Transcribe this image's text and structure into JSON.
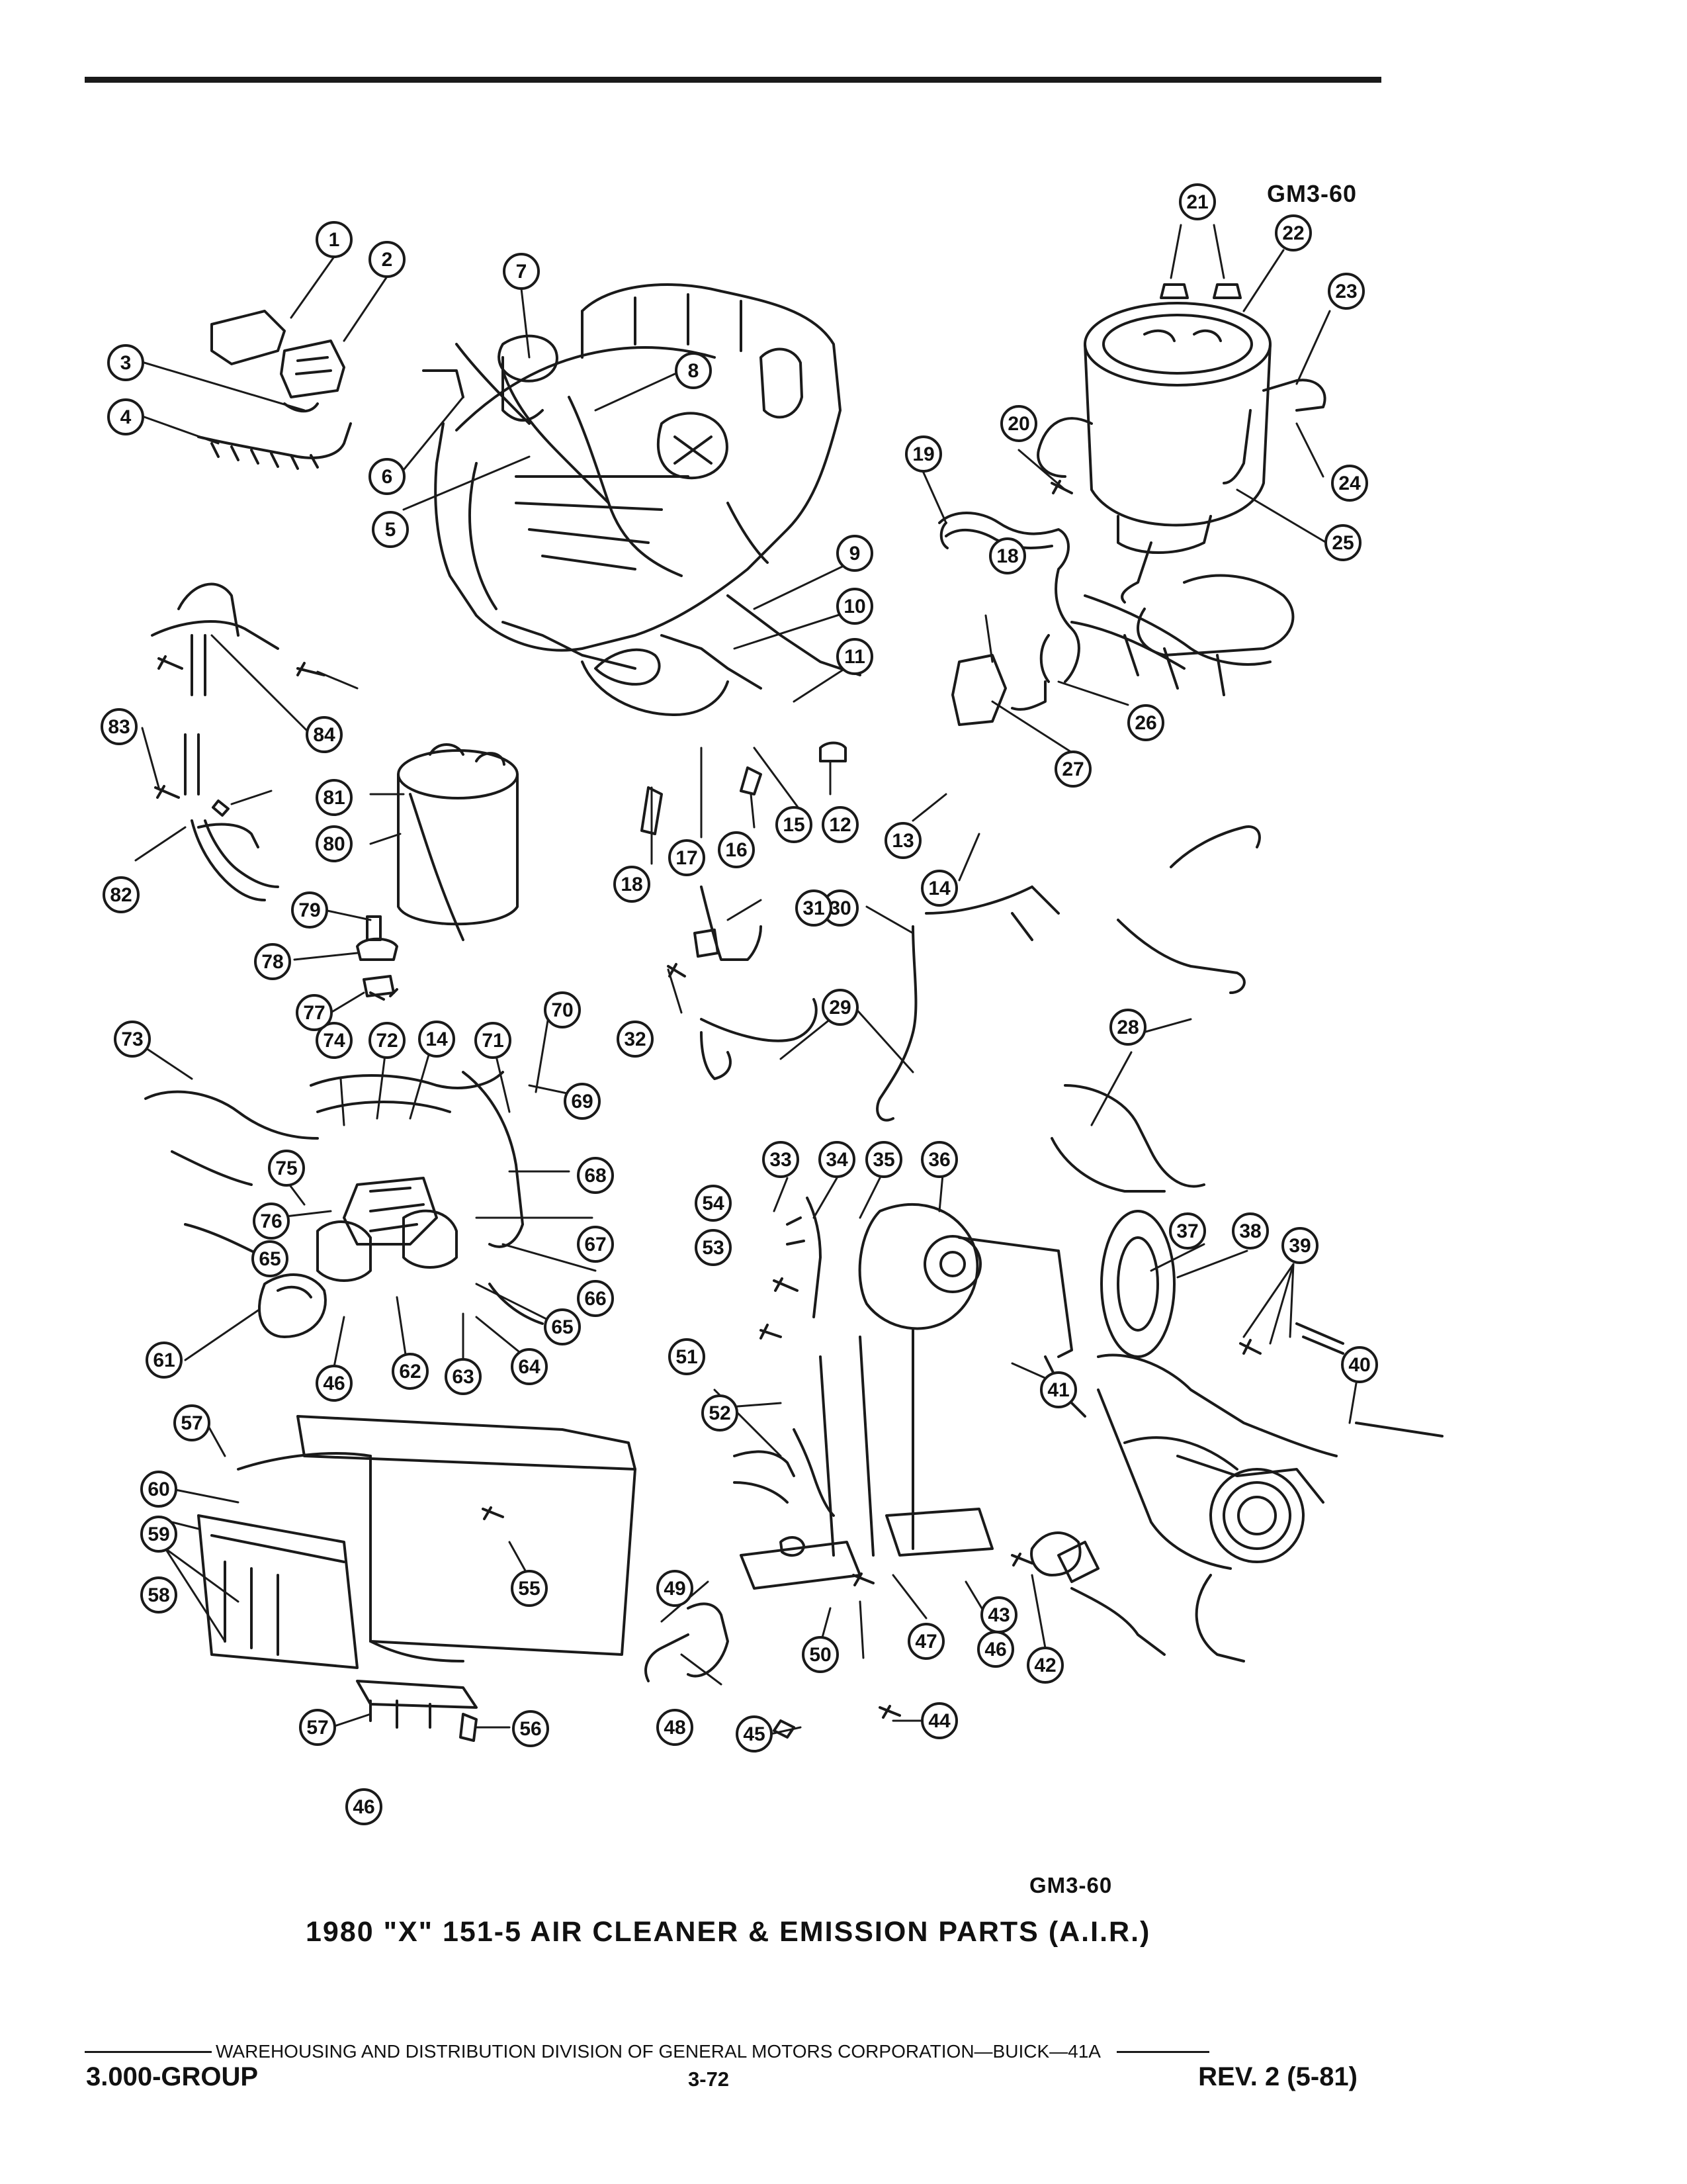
{
  "figure_code_top": "GM3-60",
  "figure_code_bottom": "GM3-60",
  "title": "1980 \"X\" 151-5 AIR CLEANER & EMISSION PARTS (A.I.R.)",
  "footer": {
    "publisher": "WAREHOUSING AND DISTRIBUTION  DIVISION OF GENERAL MOTORS CORPORATION—BUICK—41A",
    "group": "3.000-GROUP",
    "page": "3-72",
    "revision": "REV. 2 (5-81)"
  },
  "callouts": [
    "1",
    "2",
    "3",
    "4",
    "5",
    "6",
    "7",
    "8",
    "9",
    "10",
    "11",
    "12",
    "13",
    "14",
    "14",
    "15",
    "16",
    "17",
    "18",
    "18",
    "19",
    "20",
    "21",
    "22",
    "23",
    "24",
    "25",
    "26",
    "27",
    "28",
    "29",
    "30",
    "31",
    "32",
    "33",
    "34",
    "35",
    "36",
    "37",
    "38",
    "39",
    "40",
    "41",
    "42",
    "43",
    "44",
    "45",
    "46",
    "46",
    "46",
    "47",
    "48",
    "49",
    "50",
    "51",
    "52",
    "53",
    "54",
    "55",
    "56",
    "57",
    "57",
    "58",
    "59",
    "60",
    "61",
    "62",
    "63",
    "64",
    "65",
    "65",
    "66",
    "67",
    "68",
    "69",
    "70",
    "71",
    "72",
    "73",
    "74",
    "75",
    "76",
    "77",
    "78",
    "79",
    "80",
    "81",
    "82",
    "83",
    "84"
  ]
}
